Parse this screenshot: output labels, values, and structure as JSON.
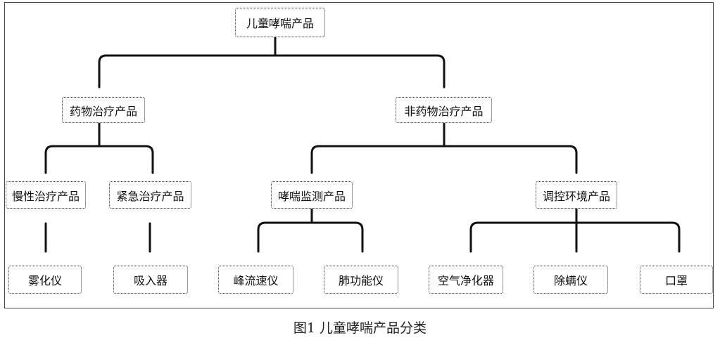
{
  "diagram": {
    "root": "儿童哮喘产品",
    "level1": {
      "drug": "药物治疗产品",
      "non_drug": "非药物治疗产品"
    },
    "level2": {
      "chronic": "慢性治疗产品",
      "emergency": "紧急治疗产品",
      "monitor": "哮喘监测产品",
      "environment": "调控环境产品"
    },
    "leaves": {
      "nebulizer": "雾化仪",
      "inhaler": "吸入器",
      "peak_flow": "峰流速仪",
      "lung_function": "肺功能仪",
      "air_purifier": "空气净化器",
      "mite_remover": "除螨仪",
      "mask": "口罩"
    },
    "line_color": "#111111"
  },
  "caption": "图1 儿童哮喘产品分类"
}
